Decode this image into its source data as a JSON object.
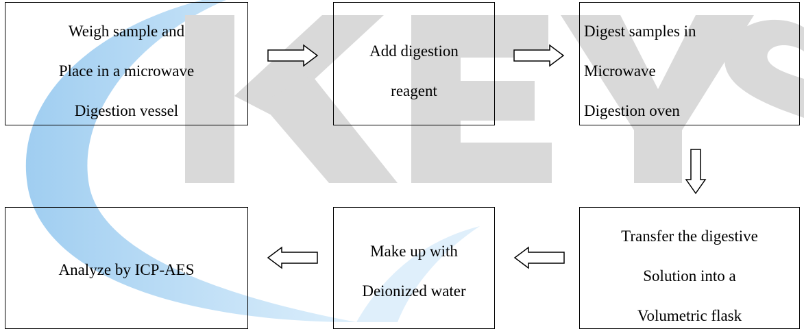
{
  "watermark": {
    "text": "KEYS",
    "text_color": "#d9d9d9",
    "swoosh_color": "#93c6ee"
  },
  "flow": {
    "step1": {
      "lines": [
        "Weigh sample and",
        "Place in a microwave",
        "Digestion vessel"
      ]
    },
    "step2": {
      "lines": [
        "Add digestion",
        "reagent"
      ]
    },
    "step3": {
      "lines": [
        "Digest samples in",
        "Microwave",
        "Digestion oven"
      ]
    },
    "step4": {
      "lines": [
        "Transfer the digestive",
        "Solution into a",
        "Volumetric flask"
      ]
    },
    "step5": {
      "lines": [
        "Make up with",
        "Deionized water"
      ]
    },
    "step6": {
      "lines": [
        "Analyze by ICP-AES"
      ]
    }
  },
  "arrow_icon": "hollow-arrow-icon"
}
